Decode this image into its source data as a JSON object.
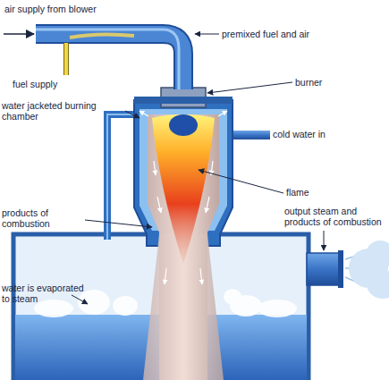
{
  "diagram": {
    "labels": [
      "air supply from blower",
      "premixed fuel and air",
      "fuel supply",
      "burner",
      "water jacketed burning chamber",
      "cold water in",
      "flame",
      "products of combustion",
      "output steam and products of combustion",
      "water is evaporated to steam"
    ]
  }
}
